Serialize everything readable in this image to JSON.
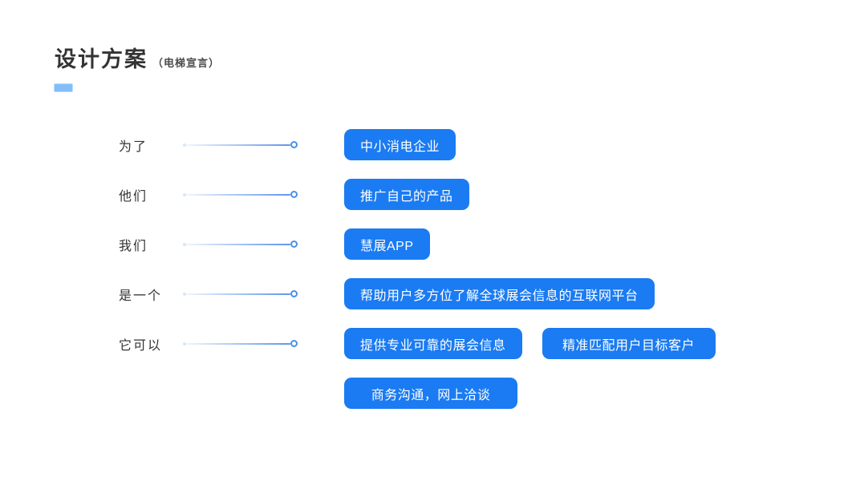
{
  "header": {
    "title": "设计方案",
    "subtitle": "（电梯宣言）"
  },
  "colors": {
    "pill_bg": "#1b7bf2",
    "pill_text": "#ffffff",
    "accent_bar": "#82bef7",
    "connector_end": "#4a90e8",
    "title_text": "#333333"
  },
  "rows": [
    {
      "label": "为了",
      "pills": [
        "中小消电企业"
      ]
    },
    {
      "label": "他们",
      "pills": [
        "推广自己的产品"
      ]
    },
    {
      "label": "我们",
      "pills": [
        "慧展APP"
      ]
    },
    {
      "label": "是一个",
      "pills": [
        "帮助用户多方位了解全球展会信息的互联网平台"
      ]
    },
    {
      "label": "它可以",
      "pills": [
        "提供专业可靠的展会信息",
        "精准匹配用户目标客户"
      ]
    },
    {
      "label": "",
      "pills": [
        "商务沟通，网上洽谈"
      ]
    }
  ]
}
